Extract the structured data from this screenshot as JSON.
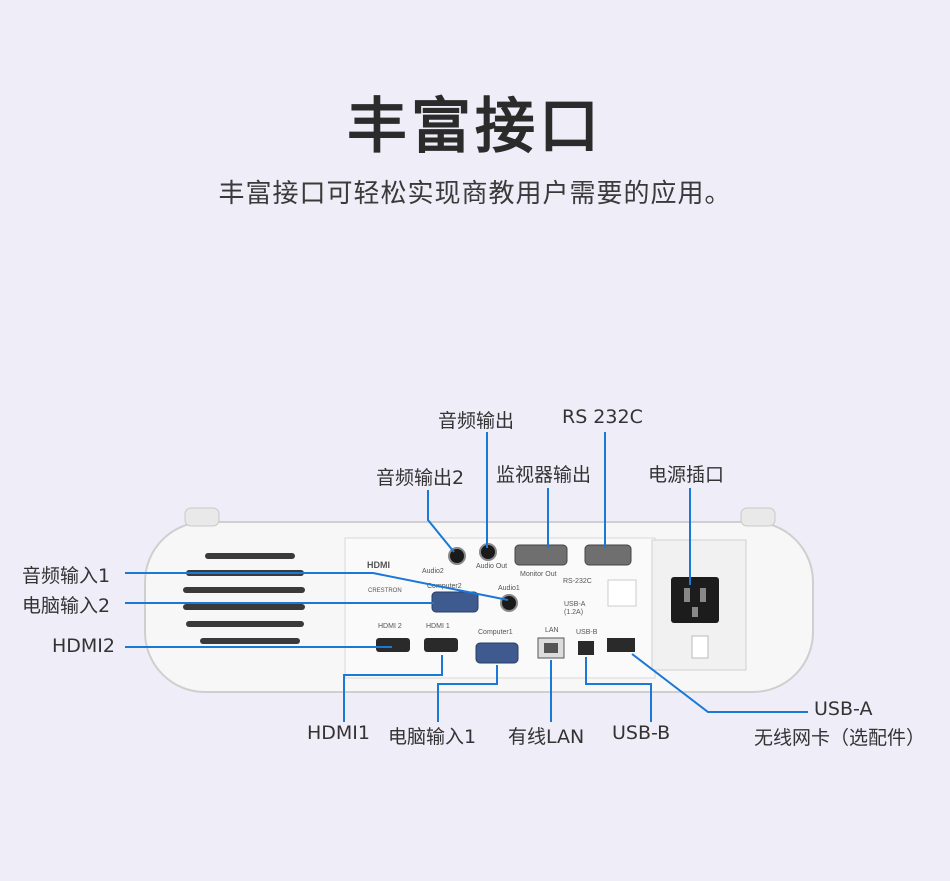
{
  "header": {
    "title": "丰富接口",
    "subtitle": "丰富接口可轻松实现商教用户需要的应用。"
  },
  "labels": {
    "audio_out": "音频输出",
    "rs232c": "RS 232C",
    "audio_out2": "音频输出2",
    "monitor_out": "监视器输出",
    "power": "电源插口",
    "audio_in1": "音频输入1",
    "computer_in2": "电脑输入2",
    "hdmi2": "HDMI2",
    "hdmi1": "HDMI1",
    "computer_in1": "电脑输入1",
    "lan": "有线LAN",
    "usb_b": "USB-B",
    "usb_a": "USB-A",
    "wireless": "无线网卡（选配件）"
  },
  "panel_text": {
    "hdmi_logo": "HDMI",
    "audio2": "Audio2",
    "audio_out_small": "Audio Out",
    "monitor_out_small": "Monitor Out",
    "rs232c_small": "RS-232C",
    "computer2_small": "Computer2",
    "audio1_small": "Audio1",
    "usb_a_small": "USB-A",
    "usb_a_amp": "(1.2A)",
    "hdmi2_small": "HDMI 2",
    "hdmi1_small": "HDMI 1",
    "computer1_small": "Computer1",
    "lan_small": "LAN",
    "usb_b_small": "USB-B",
    "crestron": "CRESTRON"
  },
  "colors": {
    "background": "#eeedf8",
    "leader_line": "#1a78d6"
  }
}
